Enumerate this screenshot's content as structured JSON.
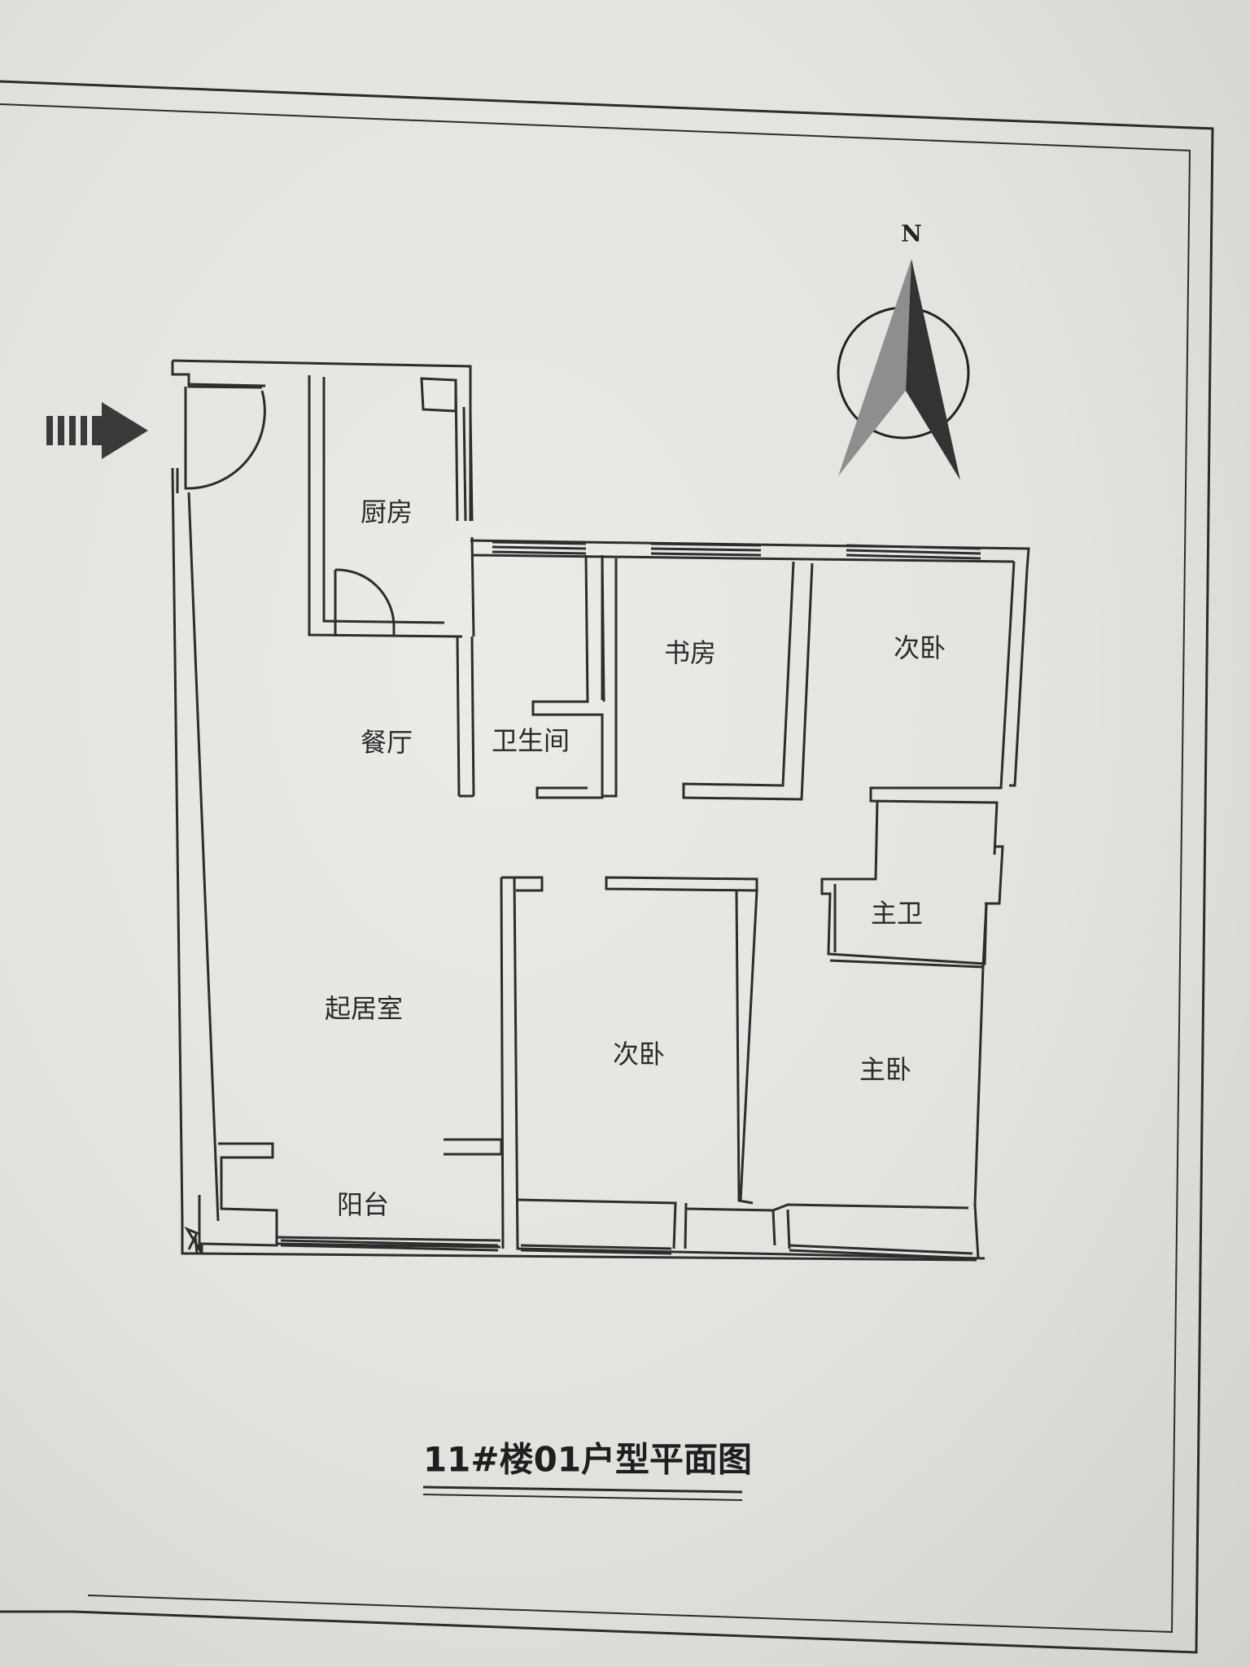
{
  "title": "11#楼01户型平面图",
  "compass": {
    "north_label": "N"
  },
  "icons": {
    "entrance": "entrance-arrow-icon",
    "compass": "north-compass-icon"
  },
  "rooms": {
    "kitchen": "厨房",
    "dining": "餐厅",
    "bathroom": "卫生间",
    "study": "书房",
    "bedroom_ne": "次卧",
    "master_bath": "主卫",
    "living": "起居室",
    "bedroom_s": "次卧",
    "master_bedroom": "主卧",
    "balcony": "阳台"
  },
  "colors": {
    "paper": "#e8e7e3",
    "ink": "#2a2a2a",
    "compass_dark": "#333333",
    "compass_light": "#8e8e8e"
  }
}
